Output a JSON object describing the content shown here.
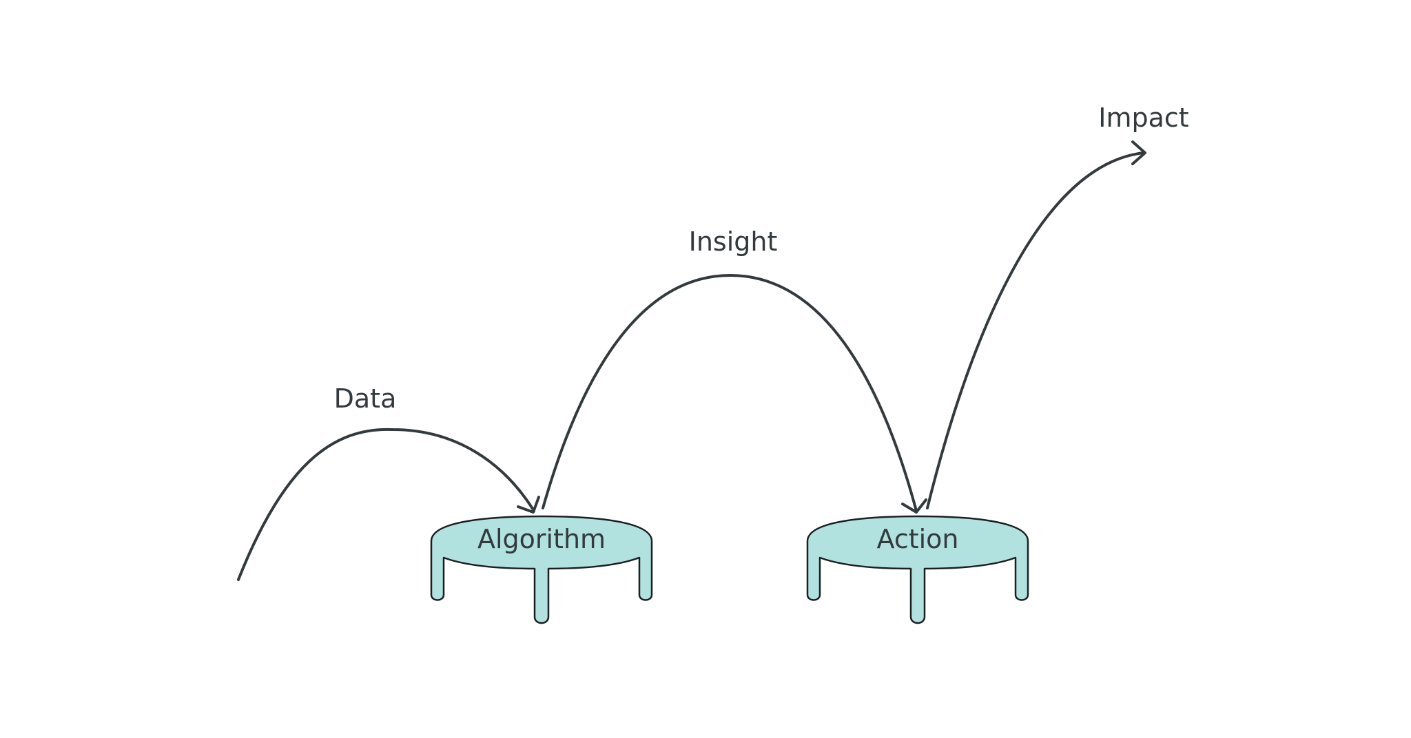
{
  "colors": {
    "stroke": "#333a3d",
    "trampoline_fill": "#b2e2e0",
    "trampoline_outline": "#1b1f21"
  },
  "labels": {
    "data": "Data",
    "insight": "Insight",
    "impact": "Impact"
  },
  "trampolines": {
    "algorithm": "Algorithm",
    "action": "Action"
  }
}
